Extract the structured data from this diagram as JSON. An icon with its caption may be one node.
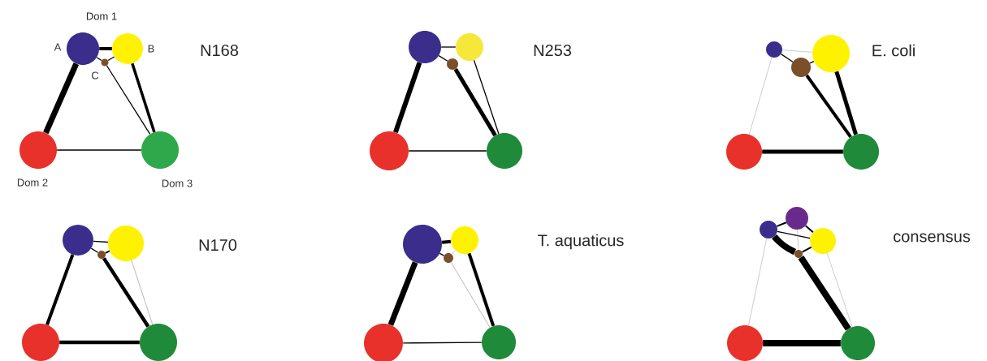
{
  "diagram": {
    "nodes": [
      {
        "text": [],
        "shape": "circle",
        "beside": [
          "A"
        ]
      },
      {
        "text": [],
        "shape": "circle",
        "beside": [
          "B"
        ]
      },
      {
        "text": [],
        "shape": "circle",
        "beside": [
          "C"
        ]
      },
      {
        "text": [],
        "shape": "circle",
        "beside": [
          "Dom 2"
        ]
      },
      {
        "text": [],
        "shape": "circle",
        "beside": [
          "Dom 3"
        ]
      },
      {
        "text": [],
        "shape": "circle"
      },
      {
        "text": [],
        "shape": "circle"
      },
      {
        "text": [],
        "shape": "circle"
      },
      {
        "text": [],
        "shape": "circle"
      },
      {
        "text": [],
        "shape": "circle"
      },
      {
        "text": [],
        "shape": "circle"
      },
      {
        "text": [],
        "shape": "circle"
      },
      {
        "text": [],
        "shape": "circle"
      },
      {
        "text": [],
        "shape": "circle"
      },
      {
        "text": [],
        "shape": "circle"
      },
      {
        "text": [],
        "shape": "circle"
      },
      {
        "text": [],
        "shape": "circle"
      },
      {
        "text": [],
        "shape": "circle"
      },
      {
        "text": [],
        "shape": "circle"
      },
      {
        "text": [],
        "shape": "circle"
      },
      {
        "text": [],
        "shape": "circle"
      },
      {
        "text": [],
        "shape": "circle"
      },
      {
        "text": [],
        "shape": "circle"
      },
      {
        "text": [],
        "shape": "circle"
      },
      {
        "text": [],
        "shape": "circle"
      },
      {
        "text": [],
        "shape": "circle"
      },
      {
        "text": [],
        "shape": "circle"
      },
      {
        "text": [],
        "shape": "circle"
      },
      {
        "text": [],
        "shape": "circle"
      },
      {
        "text": [],
        "shape": "circle"
      },
      {
        "text": [],
        "shape": "circle"
      }
    ],
    "edges": [
      {
        "from": 0,
        "to": 1,
        "arrow": "none",
        "style": "thick"
      },
      {
        "from": 0,
        "to": 3,
        "arrow": "none",
        "style": "thick"
      },
      {
        "from": 0,
        "to": 2,
        "arrow": "none"
      },
      {
        "from": 1,
        "to": 2,
        "arrow": "none"
      },
      {
        "from": 2,
        "to": 4,
        "arrow": "none"
      },
      {
        "from": 1,
        "to": 4,
        "arrow": "none",
        "style": "thick"
      },
      {
        "from": 3,
        "to": 4,
        "arrow": "none"
      },
      {
        "from": 5,
        "to": 6,
        "arrow": "none"
      },
      {
        "from": 5,
        "to": 7,
        "arrow": "none"
      },
      {
        "from": 5,
        "to": 8,
        "arrow": "none",
        "style": "thick"
      },
      {
        "from": 7,
        "to": 9,
        "arrow": "none",
        "style": "thick"
      },
      {
        "from": 6,
        "to": 9,
        "arrow": "none"
      },
      {
        "from": 8,
        "to": 9,
        "arrow": "none"
      },
      {
        "from": 10,
        "to": 11,
        "arrow": "none",
        "color": "#aaaaaa"
      },
      {
        "from": 10,
        "to": 12,
        "arrow": "none"
      },
      {
        "from": 12,
        "to": 11,
        "arrow": "none"
      },
      {
        "from": 10,
        "to": 13,
        "arrow": "none",
        "color": "#aaaaaa"
      },
      {
        "from": 12,
        "to": 14,
        "arrow": "none",
        "style": "thick"
      },
      {
        "from": 11,
        "to": 14,
        "arrow": "none",
        "style": "thick"
      },
      {
        "from": 13,
        "to": 14,
        "arrow": "none",
        "style": "thick"
      },
      {
        "from": 15,
        "to": 16,
        "arrow": "none"
      },
      {
        "from": 15,
        "to": 17,
        "arrow": "none"
      },
      {
        "from": 17,
        "to": 16,
        "arrow": "none"
      },
      {
        "from": 15,
        "to": 18,
        "arrow": "none",
        "style": "thick"
      },
      {
        "from": 17,
        "to": 19,
        "arrow": "none",
        "style": "thick"
      },
      {
        "from": 16,
        "to": 19,
        "arrow": "none",
        "color": "#888888"
      },
      {
        "from": 18,
        "to": 19,
        "arrow": "none",
        "style": "thick"
      },
      {
        "from": 20,
        "to": 21,
        "arrow": "none",
        "style": "thick"
      },
      {
        "from": 20,
        "to": 23,
        "arrow": "none",
        "style": "thick"
      },
      {
        "from": 20,
        "to": 22,
        "arrow": "none"
      },
      {
        "from": 22,
        "to": 21,
        "arrow": "none",
        "color": "#aaaaaa"
      },
      {
        "from": 22,
        "to": 24,
        "arrow": "none",
        "color": "#888888"
      },
      {
        "from": 21,
        "to": 24,
        "arrow": "none",
        "style": "thick"
      },
      {
        "from": 23,
        "to": 24,
        "arrow": "none"
      },
      {
        "from": 25,
        "to": 26,
        "arrow": "none"
      },
      {
        "from": 26,
        "to": 27,
        "arrow": "none"
      },
      {
        "from": 25,
        "to": 27,
        "arrow": "none"
      },
      {
        "from": 25,
        "to": 28,
        "arrow": "none",
        "style": "thick"
      },
      {
        "from": 26,
        "to": 28,
        "arrow": "none",
        "color": "#aaaaaa"
      },
      {
        "from": 28,
        "to": 27,
        "arrow": "none"
      },
      {
        "from": 28,
        "to": 30,
        "arrow": "none",
        "style": "thick"
      },
      {
        "from": 25,
        "to": 29,
        "arrow": "none",
        "color": "#aaaaaa"
      },
      {
        "from": 27,
        "to": 30,
        "arrow": "none",
        "color": "#aaaaaa"
      },
      {
        "from": 29,
        "to": 30,
        "arrow": "none",
        "style": "thick"
      }
    ],
    "labels": [
      "Dom 1",
      "N168",
      "N253",
      "E. coli",
      "N170",
      "T. aquaticus",
      "consensus"
    ]
  }
}
